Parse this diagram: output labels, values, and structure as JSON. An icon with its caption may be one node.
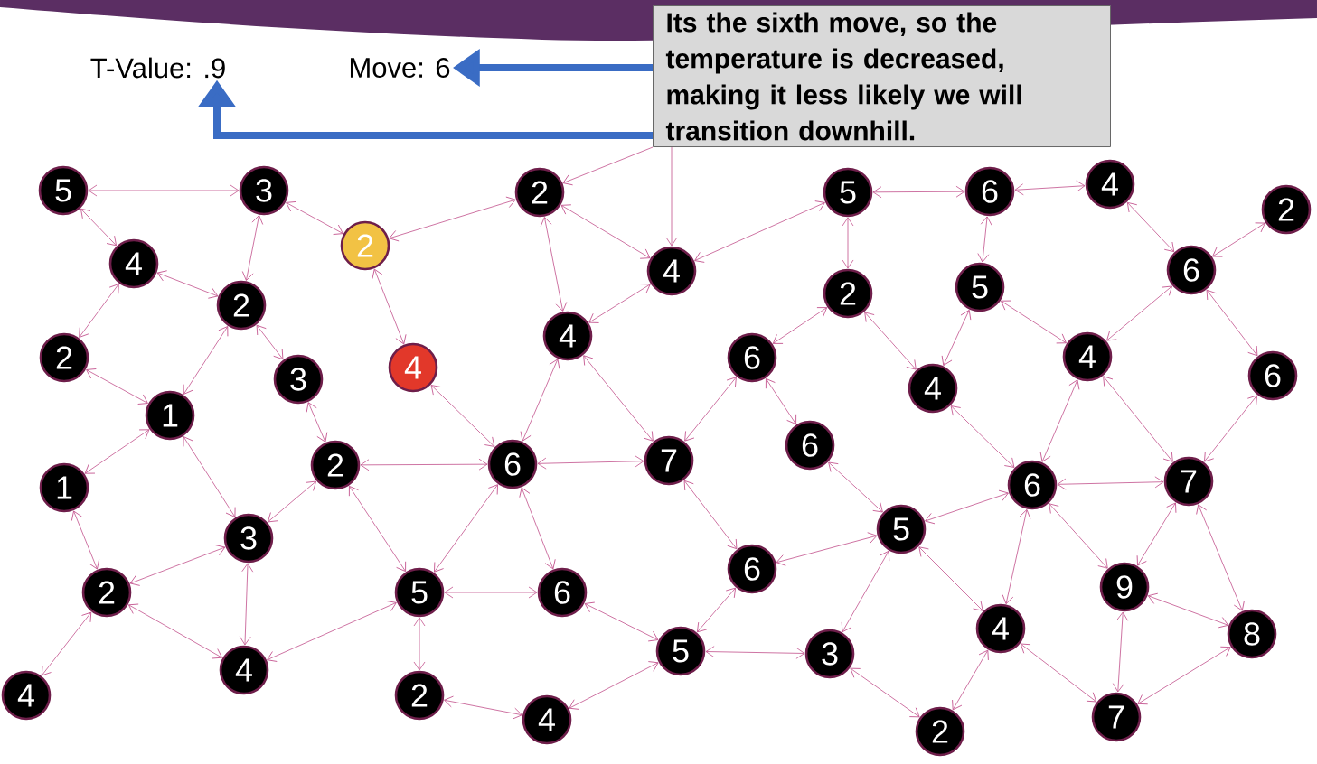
{
  "diagram": {
    "nodes": [
      {
        "text": [
          "T-Value: .9"
        ]
      },
      {
        "text": [
          "Move: 6"
        ]
      },
      {
        "text": [
          "Its the sixth move, so the temperature is decreased, making it less likely we will transition downhill."
        ]
      },
      {
        "text": [
          "5"
        ]
      },
      {
        "text": [
          "3"
        ]
      },
      {
        "text": [
          "2"
        ]
      },
      {
        "text": [
          "2"
        ]
      },
      {
        "text": [
          "5"
        ]
      },
      {
        "text": [
          "6"
        ]
      },
      {
        "text": [
          "4"
        ]
      },
      {
        "text": [
          "2"
        ]
      },
      {
        "text": [
          "4"
        ]
      },
      {
        "text": [
          "2"
        ]
      },
      {
        "text": [
          "4"
        ]
      },
      {
        "text": [
          "2"
        ]
      },
      {
        "text": [
          "5"
        ]
      },
      {
        "text": [
          "6"
        ]
      },
      {
        "text": [
          "2"
        ]
      },
      {
        "text": [
          "3"
        ]
      },
      {
        "text": [
          "4"
        ]
      },
      {
        "text": [
          "4"
        ]
      },
      {
        "text": [
          "6"
        ]
      },
      {
        "text": [
          "4"
        ]
      },
      {
        "text": [
          "4"
        ]
      },
      {
        "text": [
          "6"
        ]
      },
      {
        "text": [
          "1"
        ]
      },
      {
        "text": [
          "6"
        ]
      },
      {
        "text": [
          "2"
        ]
      },
      {
        "text": [
          "6"
        ]
      },
      {
        "text": [
          "7"
        ]
      },
      {
        "text": [
          "1"
        ]
      },
      {
        "text": [
          "6"
        ]
      },
      {
        "text": [
          "7"
        ]
      },
      {
        "text": [
          "3"
        ]
      },
      {
        "text": [
          "5"
        ]
      },
      {
        "text": [
          "6"
        ]
      },
      {
        "text": [
          "2"
        ]
      },
      {
        "text": [
          "5"
        ]
      },
      {
        "text": [
          "6"
        ]
      },
      {
        "text": [
          "9"
        ]
      },
      {
        "text": [
          "4"
        ]
      },
      {
        "text": [
          "8"
        ]
      },
      {
        "text": [
          "4"
        ]
      },
      {
        "text": [
          "5"
        ]
      },
      {
        "text": [
          "3"
        ]
      },
      {
        "text": [
          "4"
        ]
      },
      {
        "text": [
          "2"
        ]
      },
      {
        "text": [
          "4"
        ]
      },
      {
        "text": [
          "7"
        ]
      },
      {
        "text": [
          "2"
        ]
      }
    ],
    "edges": [
      {
        "from": 2,
        "to": 1,
        "arrow": "to",
        "style": "thick",
        "color": "#3a6cc4"
      },
      {
        "from": 2,
        "to": 0,
        "arrow": "to",
        "style": "thick",
        "color": "#3a6cc4"
      },
      {
        "from": 2,
        "to": 6,
        "arrow": "to"
      },
      {
        "from": 2,
        "to": 13,
        "arrow": "to"
      },
      {
        "from": 3,
        "to": 4,
        "arrow": "both"
      },
      {
        "from": 3,
        "to": 11,
        "arrow": "both"
      },
      {
        "from": 4,
        "to": 5,
        "arrow": "both"
      },
      {
        "from": 4,
        "to": 12,
        "arrow": "both"
      },
      {
        "from": 5,
        "to": 6,
        "arrow": "both"
      },
      {
        "from": 5,
        "to": 19,
        "arrow": "both"
      },
      {
        "from": 11,
        "to": 12,
        "arrow": "both"
      },
      {
        "from": 11,
        "to": 17,
        "arrow": "both"
      },
      {
        "from": 12,
        "to": 25,
        "arrow": "both"
      },
      {
        "from": 12,
        "to": 18,
        "arrow": "both"
      },
      {
        "from": 17,
        "to": 25,
        "arrow": "both"
      },
      {
        "from": 18,
        "to": 27,
        "arrow": "both"
      },
      {
        "from": 25,
        "to": 30,
        "arrow": "both"
      },
      {
        "from": 25,
        "to": 33,
        "arrow": "both"
      },
      {
        "from": 30,
        "to": 36,
        "arrow": "both"
      },
      {
        "from": 33,
        "to": 27,
        "arrow": "both"
      },
      {
        "from": 33,
        "to": 36,
        "arrow": "both"
      },
      {
        "from": 33,
        "to": 42,
        "arrow": "both"
      },
      {
        "from": 36,
        "to": 42,
        "arrow": "both"
      },
      {
        "from": 36,
        "to": 45,
        "arrow": "both"
      },
      {
        "from": 27,
        "to": 28,
        "arrow": "both"
      },
      {
        "from": 27,
        "to": 37,
        "arrow": "both"
      },
      {
        "from": 42,
        "to": 37,
        "arrow": "both"
      },
      {
        "from": 37,
        "to": 46,
        "arrow": "both"
      },
      {
        "from": 37,
        "to": 38,
        "arrow": "both"
      },
      {
        "from": 37,
        "to": 28,
        "arrow": "both"
      },
      {
        "from": 19,
        "to": 28,
        "arrow": "both"
      },
      {
        "from": 6,
        "to": 13,
        "arrow": "both"
      },
      {
        "from": 6,
        "to": 20,
        "arrow": "both"
      },
      {
        "from": 20,
        "to": 13,
        "arrow": "both"
      },
      {
        "from": 13,
        "to": 7,
        "arrow": "both"
      },
      {
        "from": 20,
        "to": 28,
        "arrow": "both"
      },
      {
        "from": 20,
        "to": 29,
        "arrow": "both"
      },
      {
        "from": 28,
        "to": 29,
        "arrow": "both"
      },
      {
        "from": 28,
        "to": 38,
        "arrow": "both"
      },
      {
        "from": 21,
        "to": 29,
        "arrow": "both"
      },
      {
        "from": 21,
        "to": 14,
        "arrow": "both"
      },
      {
        "from": 21,
        "to": 26,
        "arrow": "both"
      },
      {
        "from": 26,
        "to": 34,
        "arrow": "both"
      },
      {
        "from": 29,
        "to": 35,
        "arrow": "both"
      },
      {
        "from": 35,
        "to": 43,
        "arrow": "both"
      },
      {
        "from": 35,
        "to": 34,
        "arrow": "both"
      },
      {
        "from": 38,
        "to": 43,
        "arrow": "both"
      },
      {
        "from": 43,
        "to": 47,
        "arrow": "both"
      },
      {
        "from": 46,
        "to": 47,
        "arrow": "both"
      },
      {
        "from": 43,
        "to": 44,
        "arrow": "both"
      },
      {
        "from": 44,
        "to": 34,
        "arrow": "both"
      },
      {
        "from": 44,
        "to": 49,
        "arrow": "both"
      },
      {
        "from": 7,
        "to": 8,
        "arrow": "both"
      },
      {
        "from": 7,
        "to": 14,
        "arrow": "both"
      },
      {
        "from": 8,
        "to": 9,
        "arrow": "both"
      },
      {
        "from": 8,
        "to": 15,
        "arrow": "both"
      },
      {
        "from": 9,
        "to": 16,
        "arrow": "both"
      },
      {
        "from": 10,
        "to": 16,
        "arrow": "both"
      },
      {
        "from": 14,
        "to": 22,
        "arrow": "both"
      },
      {
        "from": 15,
        "to": 22,
        "arrow": "both"
      },
      {
        "from": 15,
        "to": 23,
        "arrow": "both"
      },
      {
        "from": 16,
        "to": 23,
        "arrow": "both"
      },
      {
        "from": 16,
        "to": 24,
        "arrow": "both"
      },
      {
        "from": 22,
        "to": 31,
        "arrow": "both"
      },
      {
        "from": 23,
        "to": 31,
        "arrow": "both"
      },
      {
        "from": 23,
        "to": 32,
        "arrow": "both"
      },
      {
        "from": 24,
        "to": 32,
        "arrow": "both"
      },
      {
        "from": 31,
        "to": 34,
        "arrow": "both"
      },
      {
        "from": 31,
        "to": 32,
        "arrow": "both"
      },
      {
        "from": 31,
        "to": 40,
        "arrow": "both"
      },
      {
        "from": 31,
        "to": 39,
        "arrow": "both"
      },
      {
        "from": 32,
        "to": 39,
        "arrow": "both"
      },
      {
        "from": 32,
        "to": 41,
        "arrow": "both"
      },
      {
        "from": 39,
        "to": 41,
        "arrow": "both"
      },
      {
        "from": 39,
        "to": 48,
        "arrow": "both"
      },
      {
        "from": 34,
        "to": 40,
        "arrow": "both"
      },
      {
        "from": 40,
        "to": 49,
        "arrow": "both"
      },
      {
        "from": 40,
        "to": 48,
        "arrow": "both"
      },
      {
        "from": 41,
        "to": 48,
        "arrow": "both"
      }
    ]
  }
}
